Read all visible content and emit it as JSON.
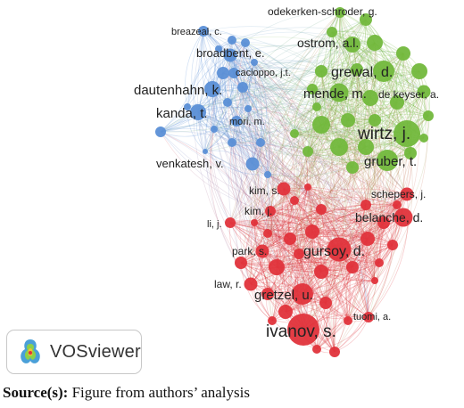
{
  "figure": {
    "caption_label": "Source(s):",
    "caption_text": " Figure from authors’ analysis",
    "badge_label": "VOSviewer",
    "logo_icon": "vosviewer-logo-icon"
  },
  "clusters": {
    "blue": "#5b8fd6",
    "green": "#72b83c",
    "red": "#e0333b"
  },
  "nodes": [
    {
      "id": "breazeal",
      "label": "breazeal, c.",
      "cluster": "blue",
      "weight": 2,
      "fs": 11
    },
    {
      "id": "broadbent",
      "label": "broadbent, e.",
      "cluster": "blue",
      "weight": 3,
      "fs": 13
    },
    {
      "id": "cacioppo",
      "label": "cacioppo, j.t.",
      "cluster": "blue",
      "weight": 2,
      "fs": 11
    },
    {
      "id": "dautenhahn",
      "label": "dautenhahn, k.",
      "cluster": "blue",
      "weight": 4,
      "fs": 15
    },
    {
      "id": "kanda",
      "label": "kanda, t.",
      "cluster": "blue",
      "weight": 4,
      "fs": 15
    },
    {
      "id": "mori",
      "label": "mori, m.",
      "cluster": "blue",
      "weight": 2,
      "fs": 11
    },
    {
      "id": "venkatesh",
      "label": "venkatesh, v.",
      "cluster": "blue",
      "weight": 3,
      "fs": 13
    },
    {
      "id": "odekerken",
      "label": "odekerken-schroder, g.",
      "cluster": "green",
      "weight": 2,
      "fs": 12
    },
    {
      "id": "ostrom",
      "label": "ostrom, a.l.",
      "cluster": "green",
      "weight": 4,
      "fs": 14
    },
    {
      "id": "grewal",
      "label": "grewal, d.",
      "cluster": "green",
      "weight": 6,
      "fs": 16
    },
    {
      "id": "mende",
      "label": "mende, m.",
      "cluster": "green",
      "weight": 5,
      "fs": 15
    },
    {
      "id": "dekeyser",
      "label": "de keyser, a.",
      "cluster": "green",
      "weight": 3,
      "fs": 12
    },
    {
      "id": "wirtz",
      "label": "wirtz, j.",
      "cluster": "green",
      "weight": 8,
      "fs": 19
    },
    {
      "id": "gruber",
      "label": "gruber, t.",
      "cluster": "green",
      "weight": 6,
      "fs": 15
    },
    {
      "id": "schepers",
      "label": "schepers, j.",
      "cluster": "red",
      "weight": 3,
      "fs": 12
    },
    {
      "id": "kims",
      "label": "kim, s.",
      "cluster": "red",
      "weight": 3,
      "fs": 12
    },
    {
      "id": "kimj",
      "label": "kim, j.",
      "cluster": "red",
      "weight": 2,
      "fs": 12
    },
    {
      "id": "belanche",
      "label": "belanche, d.",
      "cluster": "red",
      "weight": 5,
      "fs": 14
    },
    {
      "id": "lij",
      "label": "li, j.",
      "cluster": "red",
      "weight": 2,
      "fs": 11
    },
    {
      "id": "parks",
      "label": "park, s.",
      "cluster": "red",
      "weight": 3,
      "fs": 12
    },
    {
      "id": "gursoy",
      "label": "gursoy, d.",
      "cluster": "red",
      "weight": 7,
      "fs": 16
    },
    {
      "id": "lawr",
      "label": "law, r.",
      "cluster": "red",
      "weight": 3,
      "fs": 12
    },
    {
      "id": "gretzel",
      "label": "gretzel, u.",
      "cluster": "red",
      "weight": 6,
      "fs": 15
    },
    {
      "id": "tuomi",
      "label": "tuomi, a.",
      "cluster": "red",
      "weight": 2,
      "fs": 11
    },
    {
      "id": "ivanov",
      "label": "ivanov, s.",
      "cluster": "red",
      "weight": 10,
      "fs": 19
    }
  ]
}
